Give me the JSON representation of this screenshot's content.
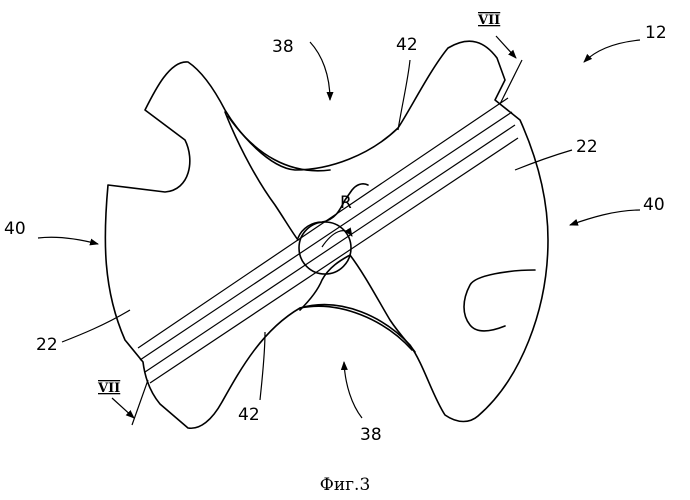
{
  "figure": {
    "caption": "Фиг.3",
    "labels": {
      "ref_12": "12",
      "ref_38_top": "38",
      "ref_38_bottom": "38",
      "ref_40_left": "40",
      "ref_40_right": "40",
      "ref_42_top": "42",
      "ref_42_bottom": "42",
      "ref_22_left": "22",
      "ref_22_right": "22",
      "radius": "R",
      "section_top": "VII",
      "section_bottom": "VII"
    }
  }
}
